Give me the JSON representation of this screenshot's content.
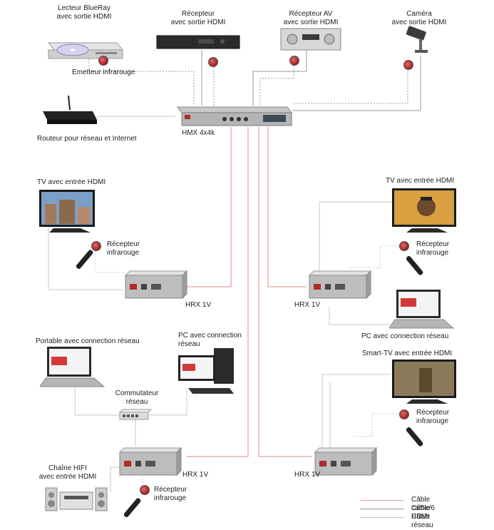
{
  "labels": {
    "bluray": [
      "Lecteur BlueRay",
      "avec sortie HDMI"
    ],
    "recepteur_hdmi": [
      "Récepteur",
      "avec sortie HDMI"
    ],
    "recepteur_av": [
      "Récepteur AV",
      "avec sortie HDMI"
    ],
    "camera": [
      "Caméra",
      "avec sortie HDMI"
    ],
    "emetteur_ir": "Emetteur infrarouge",
    "routeur": "Routeur pour réseau et Internet",
    "hmx": "HMX 4x4k",
    "tv_left": "TV avec entrée HDMI",
    "tv_right": "TV avec entrée HDMI",
    "ir_rx_1": [
      "Récepteur",
      "infrarouge"
    ],
    "ir_rx_2": [
      "Récepteur",
      "infrarouge"
    ],
    "ir_rx_3": [
      "Récepteur",
      "infrarouge"
    ],
    "ir_rx_4": [
      "Récepteur",
      "infrarouge"
    ],
    "hrx_1": "HRX 1V",
    "hrx_2": "HRX 1V",
    "hrx_3": "HRX 1V",
    "hrx_4": "HRX 1V",
    "pc_right": "PC avec connection réseau",
    "portable": "Portable avec connection réseau",
    "pc_mid": [
      "PC avec connection",
      "réseau"
    ],
    "smart_tv": "Smart-TV avec entrée HDMI",
    "commutateur": [
      "Commutateur",
      "réseau"
    ],
    "hifi": [
      "Chaîne HIFI",
      "avec entrée HDMI"
    ]
  },
  "legend": [
    {
      "label": "Câble cat5e/6",
      "color": "#e8a0a0"
    },
    {
      "label": "Câble HDMI",
      "color": "#9a9a9a"
    },
    {
      "label": "Câble réseau",
      "color": "#c4c4c4"
    }
  ],
  "colors": {
    "cat_cable": "#e0898b",
    "hdmi_cable": "#9a9a9a",
    "net_cable": "#c8c8c8",
    "ir_dot": "#b72a2a"
  }
}
